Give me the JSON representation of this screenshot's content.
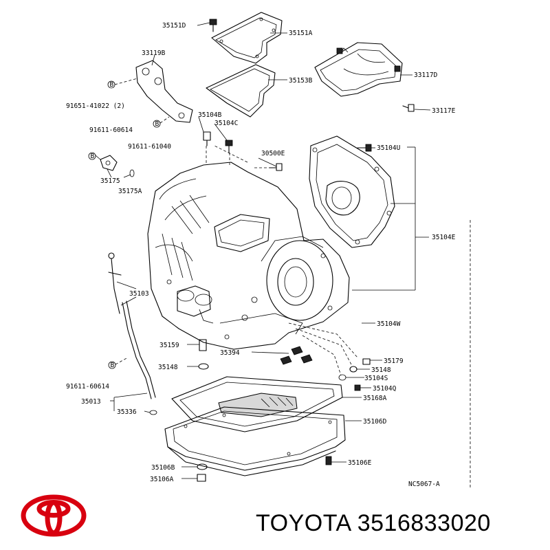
{
  "diagram": {
    "labels": {
      "p35151D": "35151D",
      "p35151A": "35151A",
      "p33119B": "33119B",
      "p35153B": "35153B",
      "p33117D": "33117D",
      "p91651": "91651-41022 (2)",
      "p35104B": "35104B",
      "p35104C": "35104C",
      "p33117E": "33117E",
      "p91611a": "91611-60614",
      "p91611b": "91611-61040",
      "p30500E": "30500E",
      "p35104U": "35104U",
      "p35175": "35175",
      "p35175A": "35175A",
      "p35104E": "35104E",
      "p35103": "35103",
      "p35104W": "35104W",
      "p35159": "35159",
      "p35394": "35394",
      "p35179": "35179",
      "p35148a": "35148",
      "p35148b": "35148",
      "p35104S": "35104S",
      "p91611c": "91611-60614",
      "p35104Q": "35104Q",
      "p35168A": "35168A",
      "p35013": "35013",
      "p35336": "35336",
      "p35106D": "35106D",
      "p35106B": "35106B",
      "p35106E": "35106E",
      "p35106A": "35106A",
      "code": "NC5067-A"
    }
  },
  "footer": {
    "brand": "TOYOTA",
    "part_number": "3516833020",
    "caption": "TOYOTA 3516833020"
  },
  "colors": {
    "logo": "#d8000f",
    "ink": "#000000"
  },
  "icons": {
    "logo": "toyota-logo-icon"
  }
}
